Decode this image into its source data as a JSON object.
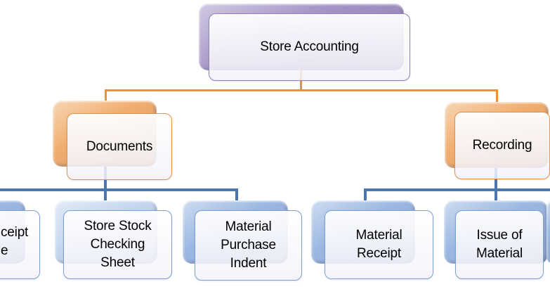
{
  "colors": {
    "connector_orange": "#e8913f",
    "connector_blue": "#4a76ad",
    "back_purple": "#a493c6",
    "back_orange": "#f0ad6d",
    "back_blue": "#9cb8e2",
    "back_blue_light": "#c5d7f0",
    "border_purple": "#9182ba",
    "border_orange": "#e0944f",
    "border_blue": "#7ba0d2",
    "text": "#000000"
  },
  "root": {
    "label": "Store Accounting"
  },
  "level1": {
    "documents": {
      "label": "Documents"
    },
    "recording": {
      "label": "Recording"
    }
  },
  "documents_children": [
    {
      "label": "ceipt\ne"
    },
    {
      "label": "Store Stock\nChecking\nSheet"
    },
    {
      "label": "Material\nPurchase\nIndent"
    }
  ],
  "recording_children": [
    {
      "label": "Material\nReceipt"
    },
    {
      "label": "Issue of\nMaterial"
    }
  ]
}
